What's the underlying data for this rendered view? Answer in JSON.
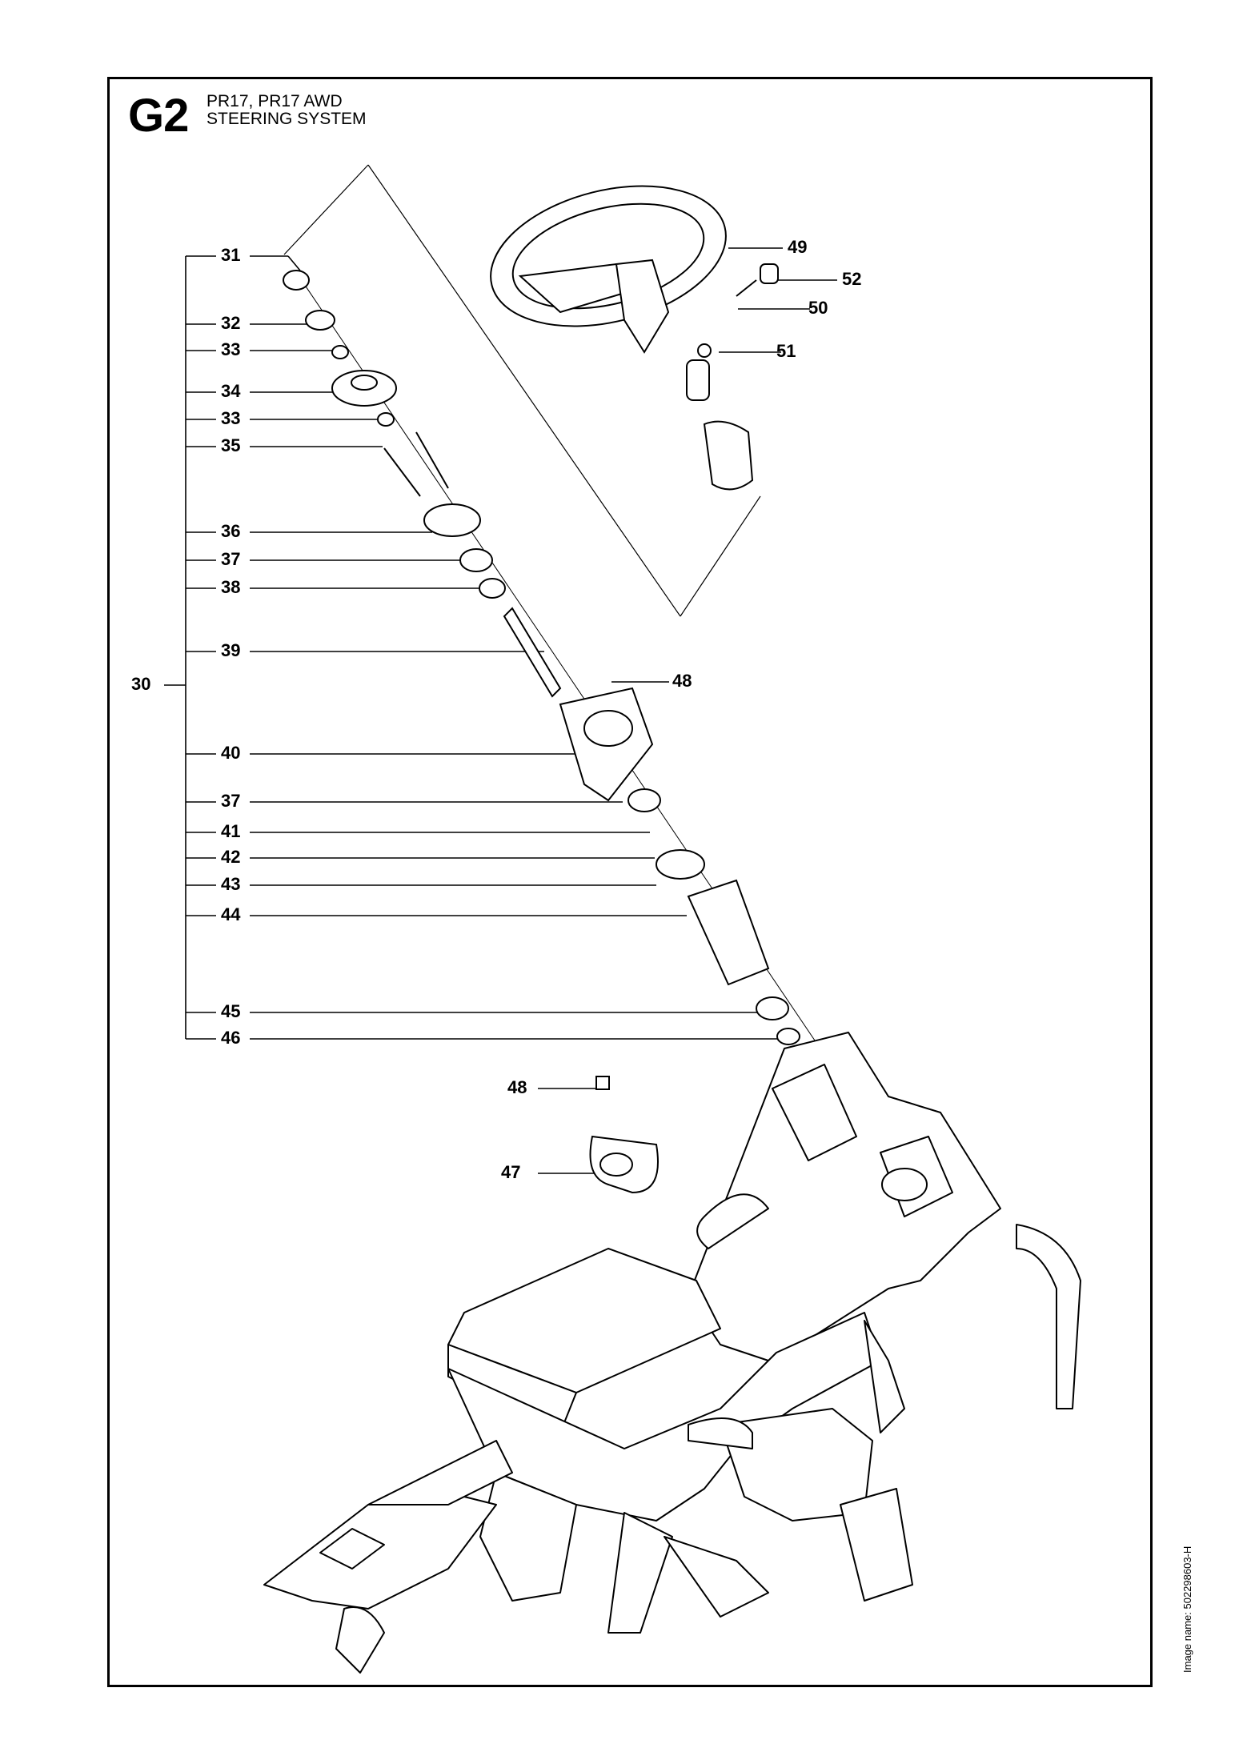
{
  "header": {
    "code": "G2",
    "model_line": "PR17, PR17 AWD",
    "system_line": "STEERING SYSTEM"
  },
  "callouts": {
    "c30": "30",
    "c31": "31",
    "c32": "32",
    "c33a": "33",
    "c34": "34",
    "c33b": "33",
    "c35": "35",
    "c36": "36",
    "c37a": "37",
    "c38": "38",
    "c39": "39",
    "c40": "40",
    "c37b": "37",
    "c41": "41",
    "c42": "42",
    "c43": "43",
    "c44": "44",
    "c45": "45",
    "c46": "46",
    "c48a": "48",
    "c48b": "48",
    "c47": "47",
    "c49": "49",
    "c50": "50",
    "c51": "51",
    "c52": "52"
  },
  "image_name": "Image name: 502298603-H"
}
